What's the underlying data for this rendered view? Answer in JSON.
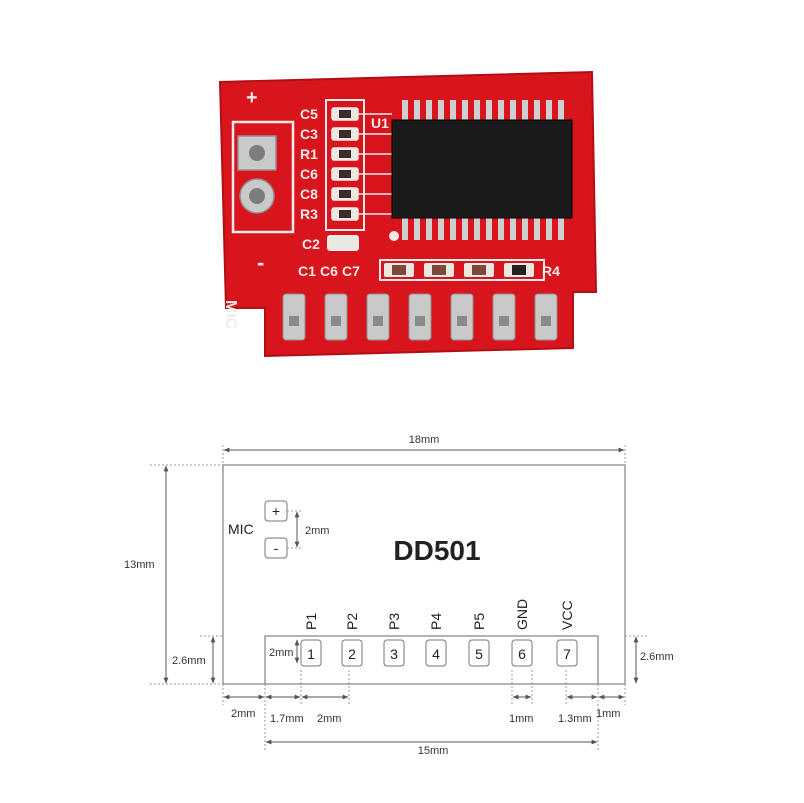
{
  "board_photo": {
    "silkscreen": {
      "plus": "+",
      "minus": "-",
      "mic": "MIC",
      "u1": "U1",
      "left_components": [
        "C5",
        "C3",
        "R1",
        "C6",
        "C8",
        "R3"
      ],
      "c2": "C2",
      "bottom_components": [
        "C1",
        "C6",
        "C7"
      ],
      "r4": "R4"
    },
    "colors": {
      "pcb_red": "#d8141c",
      "chip_black": "#1b1b1b",
      "pad_silver": "#c9c9c9",
      "silkscreen": "#f4eaea"
    }
  },
  "dimension_diagram": {
    "title": "DD501",
    "mic_label": "MIC",
    "mic_pins": [
      "+",
      "-"
    ],
    "pins": [
      {
        "number": "1",
        "label": "P1"
      },
      {
        "number": "2",
        "label": "P2"
      },
      {
        "number": "3",
        "label": "P3"
      },
      {
        "number": "4",
        "label": "P4"
      },
      {
        "number": "5",
        "label": "P5"
      },
      {
        "number": "6",
        "label": "GND"
      },
      {
        "number": "7",
        "label": "VCC"
      }
    ],
    "dimensions": {
      "overall_width": "18mm",
      "overall_height": "13mm",
      "mic_spacing": "2mm",
      "left_notch_height": "2.6mm",
      "right_notch_height": "2.6mm",
      "pin_height": "2mm",
      "left_notch_width": "2mm",
      "first_pin_offset": "1.7mm",
      "pin_pitch": "2mm",
      "pin_width": "1mm",
      "last_pin_offset": "1.3mm",
      "right_notch_width": "1mm",
      "pin_span": "15mm"
    },
    "colors": {
      "outline": "#9a9a9a",
      "dimension_line": "#555555",
      "text": "#222222"
    }
  }
}
